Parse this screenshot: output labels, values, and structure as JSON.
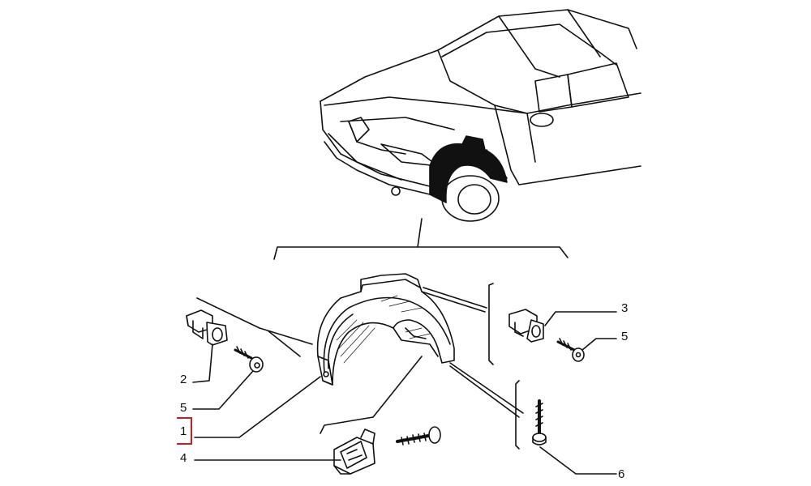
{
  "diagram": {
    "parts": [
      {
        "id": "p1",
        "number": "1",
        "name": "wheel-arch-liner",
        "highlighted": true
      },
      {
        "id": "p2",
        "number": "2",
        "name": "clip-left"
      },
      {
        "id": "p3",
        "number": "3",
        "name": "clip-right"
      },
      {
        "id": "p4",
        "number": "4",
        "name": "clip-bottom"
      },
      {
        "id": "p5a",
        "number": "5",
        "name": "screw-left"
      },
      {
        "id": "p5b",
        "number": "5",
        "name": "screw-right"
      },
      {
        "id": "p6",
        "number": "6",
        "name": "self-tapping-screw"
      }
    ],
    "highlight_color": "#d11a1a"
  }
}
